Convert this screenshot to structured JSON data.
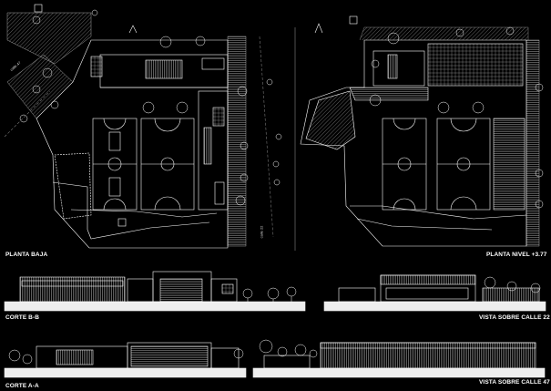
{
  "drawings": {
    "plan_ground": {
      "title": "PLANTA BAJA"
    },
    "plan_upper": {
      "title": "PLANTA NIVEL +3.77"
    },
    "section_bb": {
      "title": "CORTE B-B"
    },
    "elevation_22": {
      "title": "VISTA SOBRE CALLE 22"
    },
    "section_aa": {
      "title": "CORTE A-A"
    },
    "elevation_47": {
      "title": "VISTA SOBRE CALLE 47"
    }
  },
  "street_labels": {
    "calle_47": "calle 47",
    "calle_22": "calle 22"
  },
  "colors": {
    "background": "#000000",
    "line": "#ffffff",
    "hatch": "#9a9a9a"
  }
}
